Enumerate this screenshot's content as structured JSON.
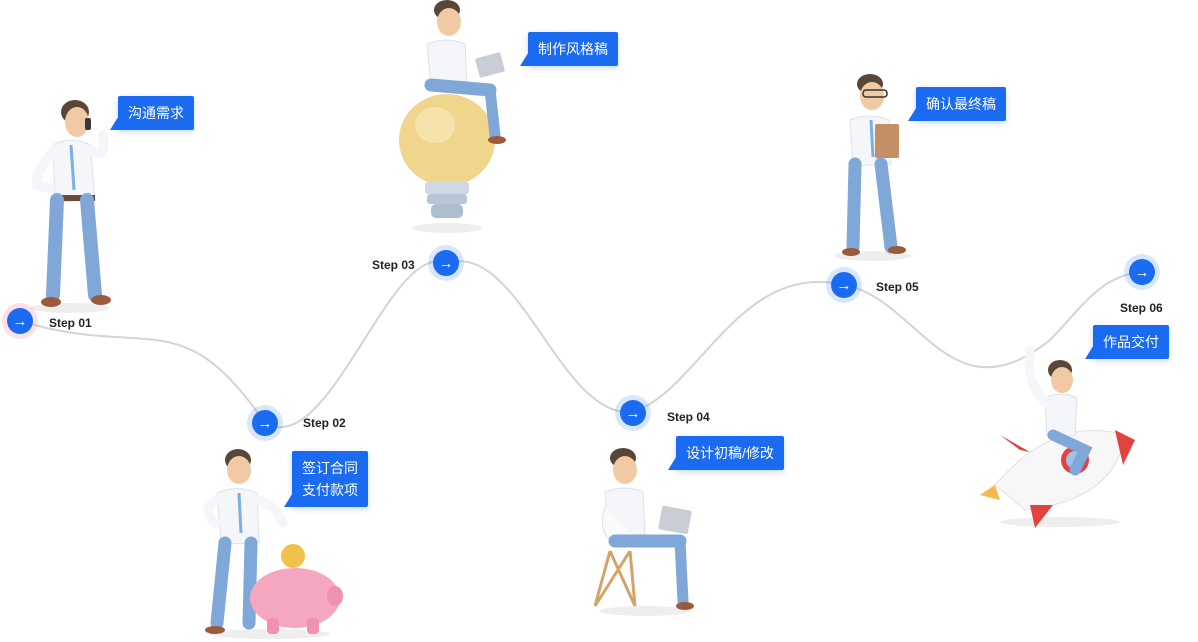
{
  "steps": [
    {
      "label": "Step 01",
      "bubble": [
        "沟通需求"
      ]
    },
    {
      "label": "Step 02",
      "bubble": [
        "签订合同",
        "支付款项"
      ]
    },
    {
      "label": "Step 03",
      "bubble": [
        "制作风格稿"
      ]
    },
    {
      "label": "Step 04",
      "bubble": [
        "设计初稿/修改"
      ]
    },
    {
      "label": "Step 05",
      "bubble": [
        "确认最终稿"
      ]
    },
    {
      "label": "Step 06",
      "bubble": [
        "作品交付"
      ]
    }
  ],
  "colors": {
    "accent": "#1a6bf0",
    "path": "#d4d4d4",
    "first_halo": "#f6788c"
  },
  "icons": {
    "node": "arrow-right-icon"
  }
}
